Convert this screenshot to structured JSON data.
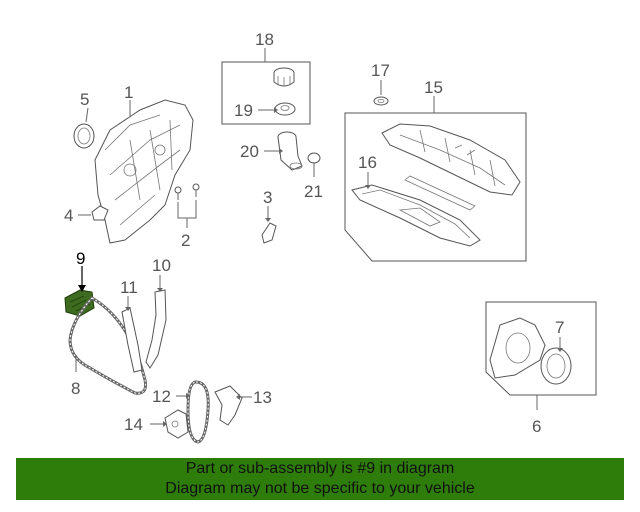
{
  "diagram": {
    "callouts": [
      "1",
      "2",
      "3",
      "4",
      "5",
      "6",
      "7",
      "8",
      "9",
      "10",
      "11",
      "12",
      "13",
      "14",
      "15",
      "16",
      "17",
      "18",
      "19",
      "20",
      "21"
    ],
    "highlight_part": "9",
    "highlight_color": "#3d6b1f"
  },
  "banner": {
    "line1": "Part or sub-assembly is #9 in diagram",
    "line2": "Diagram may not be specific to your vehicle",
    "color": "#2e7d0a"
  }
}
